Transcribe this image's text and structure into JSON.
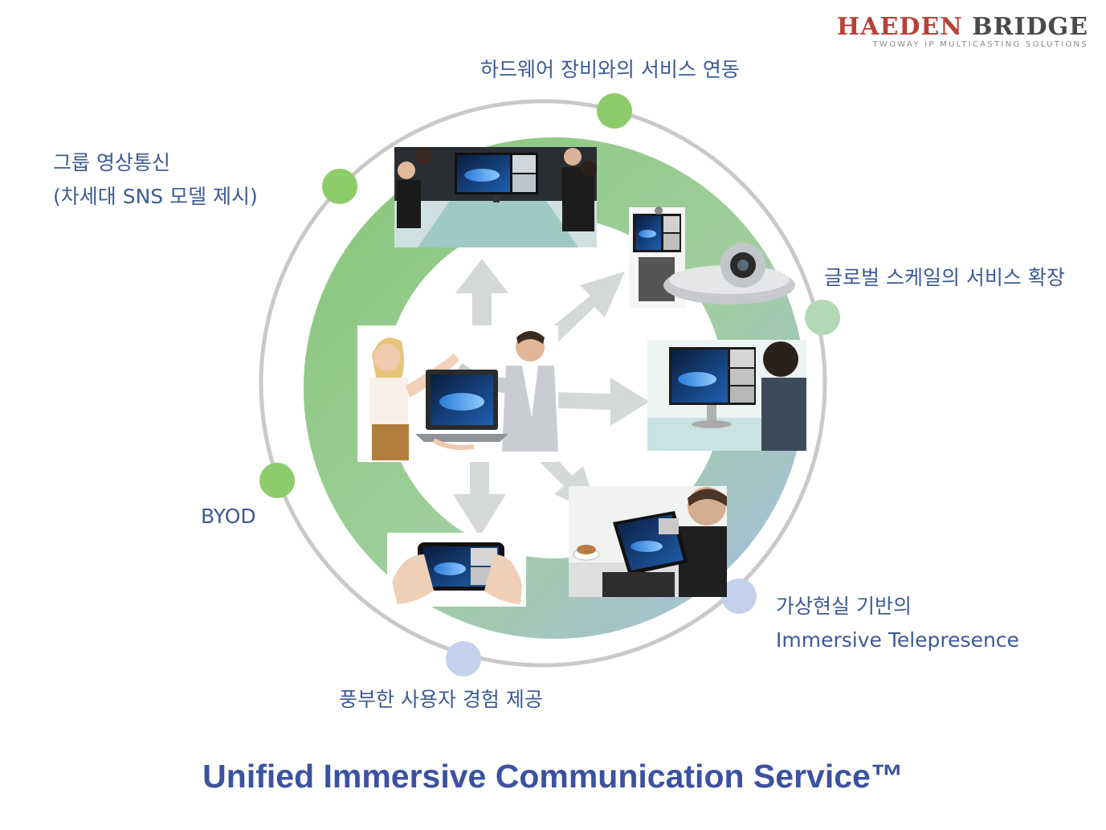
{
  "logo": {
    "name_part1": "HAEDEN",
    "name_part2": "BRIDGE",
    "tagline": "TWOWAY IP MULTICASTING SOLUTIONS",
    "color_part1": "#b8413a",
    "color_part2": "#4a4a4a"
  },
  "labels": {
    "hardware": "하드웨어 장비와의 서비스 연동",
    "group_line1": "그룹 영상통신",
    "group_line2": "(차세대 SNS 모델 제시)",
    "global": "글로벌 스케일의 서비스 확장",
    "byod": "BYOD",
    "vr_line1": "가상현실 기반의",
    "vr_line2": "Immersive Telepresence",
    "ux": "풍부한 사용자 경험 제공"
  },
  "title": "Unified Immersive Communication Service™",
  "colors": {
    "label_text": "#3c5a94",
    "title_text": "#3b52a0",
    "ring_green": "#8cc87a",
    "ring_blue": "#a9c1dc",
    "outer_circle": "#c9c9c9",
    "dot_green": "#8ccc6a",
    "dot_pale_green": "#b3d8b6",
    "dot_pale_blue": "#c3d2ea",
    "arrow": "#d4d8d8"
  },
  "icons": {
    "center": "people-holding-laptop-icon",
    "top": "conference-room-icon",
    "top_right": "video-conference-camera-icon",
    "right": "desktop-video-call-icon",
    "bottom_right": "tablet-video-call-icon",
    "bottom": "smartphone-video-call-icon"
  }
}
